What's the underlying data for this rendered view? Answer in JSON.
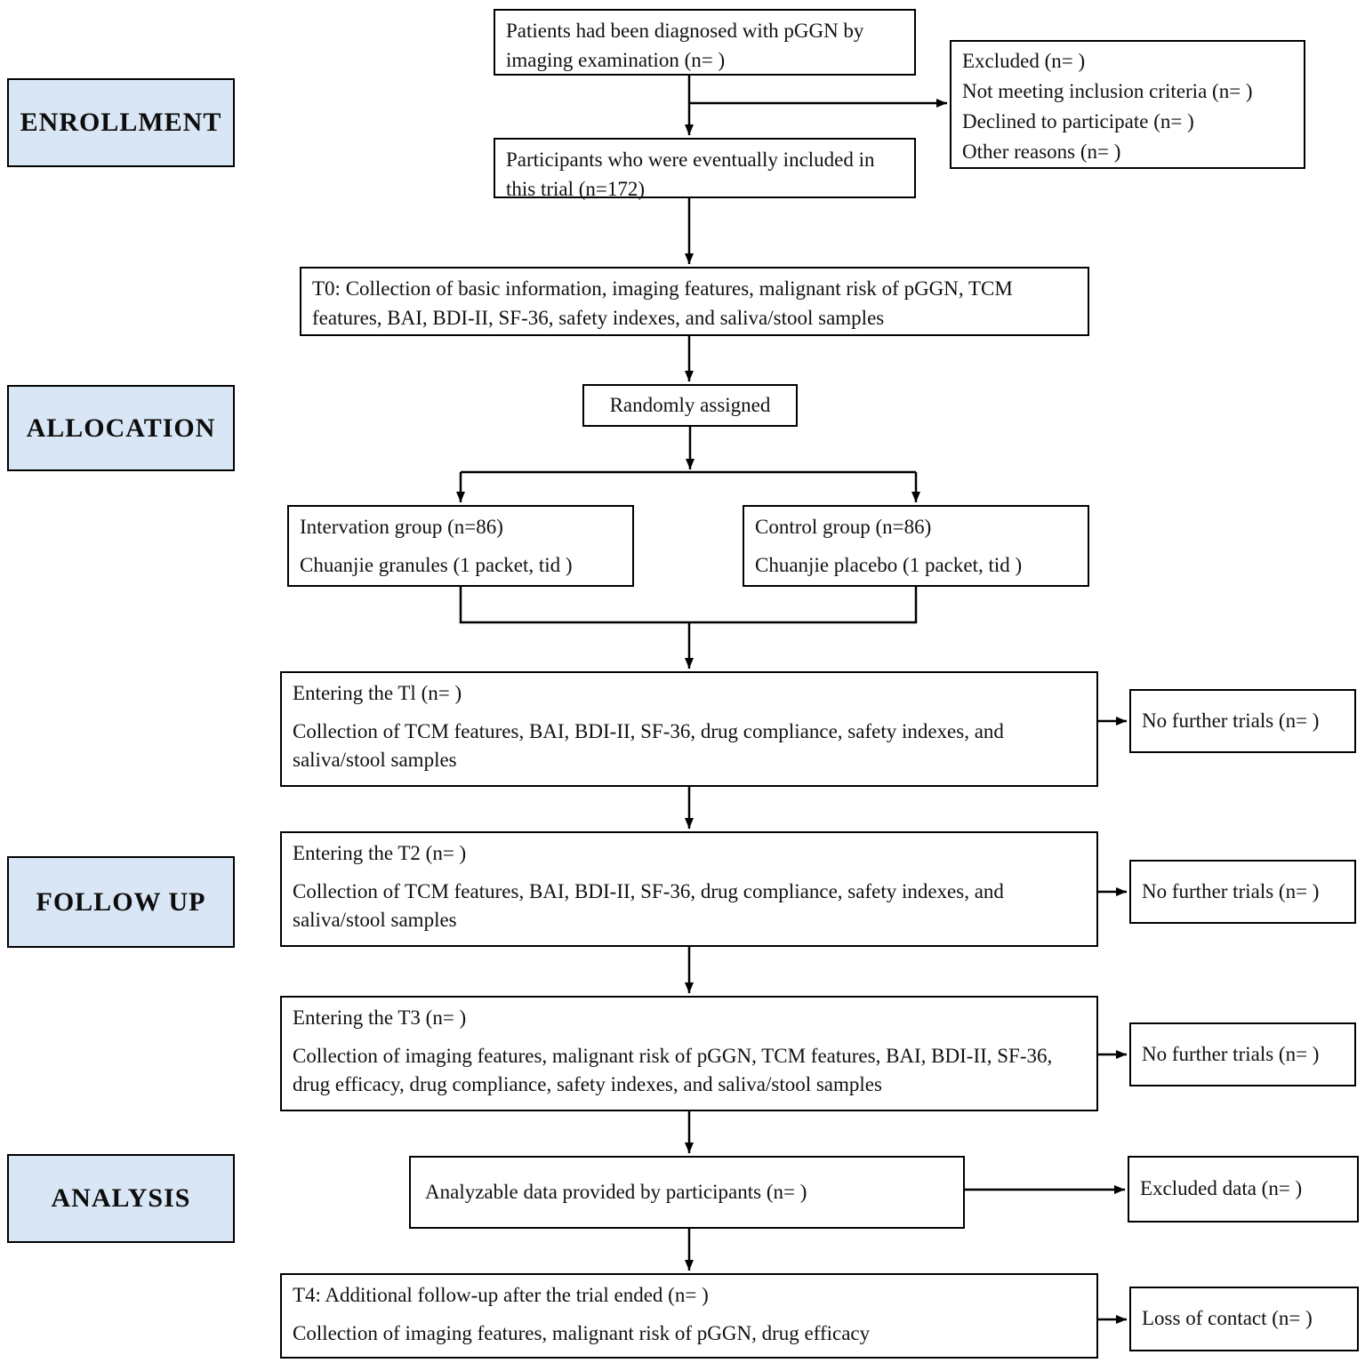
{
  "colors": {
    "stage_bg": "#d9e6f5",
    "line": "#000000",
    "box_bg": "#ffffff"
  },
  "stages": {
    "enrollment": "ENROLLMENT",
    "allocation": "ALLOCATION",
    "follow_up": "FOLLOW UP",
    "analysis": "ANALYSIS"
  },
  "boxes": {
    "patients": {
      "text": "Patients had been diagnosed with pGGN by imaging examination (n=  )"
    },
    "excluded": {
      "lines": [
        "Excluded (n= )",
        "Not meeting inclusion criteria (n=  )",
        "Declined to participate (n=  )",
        "Other reasons (n=  )"
      ]
    },
    "participants": {
      "text": "Participants who were eventually included in this trial (n=172)"
    },
    "t0": {
      "text": "T0: Collection of basic information, imaging features, malignant risk  of pGGN, TCM  features, BAI, BDI-II, SF-36, safety indexes, and saliva/stool samples"
    },
    "randomly_assigned": {
      "text": "Randomly assigned"
    },
    "intervention": {
      "line1": "Intervation group (n=86)",
      "line2": "Chuanjie granules (1 packet, tid )"
    },
    "control": {
      "line1": "Control group (n=86)",
      "line2": "Chuanjie placebo (1 packet, tid )"
    },
    "t1": {
      "line1": "Entering the Tl (n= )",
      "line2": "Collection of TCM  features, BAI, BDI-II, SF-36, drug compliance, safety indexes, and saliva/stool samples"
    },
    "t2": {
      "line1": "Entering the T2 (n= )",
      "line2": "Collection of TCM  features, BAI, BDI-II, SF-36, drug compliance, safety indexes, and saliva/stool samples"
    },
    "t3": {
      "line1": "Entering the T3 (n= )",
      "line2": "Collection of imaging features, malignant risk  of pGGN, TCM  features, BAI, BDI-II, SF-36, drug efficacy, drug compliance, safety indexes, and saliva/stool samples"
    },
    "no_further_trials_1": {
      "text": "No further trials (n= )"
    },
    "no_further_trials_2": {
      "text": "No further trials (n= )"
    },
    "no_further_trials_3": {
      "text": "No further trials (n= )"
    },
    "analyzable": {
      "text": "Analyzable data provided by participants (n= )"
    },
    "excluded_data": {
      "text": "Excluded data (n= )"
    },
    "t4": {
      "line1": "T4: Additional follow-up after the trial ended (n= )",
      "line2": "Collection of imaging features, malignant risk  of pGGN, drug efficacy"
    },
    "loss_of_contact": {
      "text": "Loss of contact (n= )"
    }
  }
}
